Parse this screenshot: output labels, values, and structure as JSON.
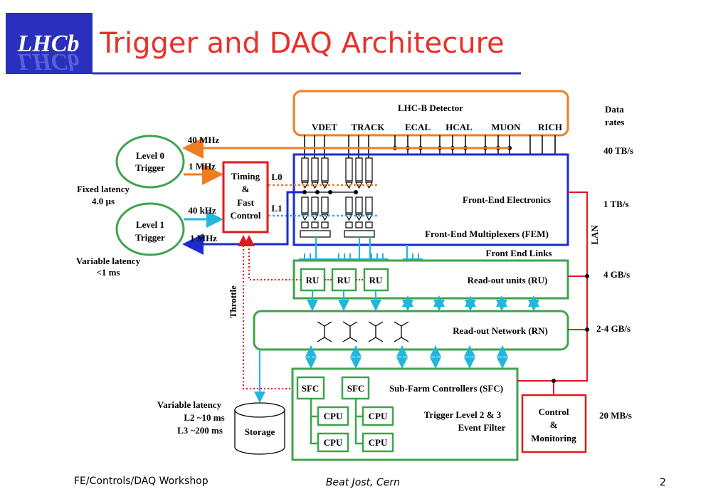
{
  "slide": {
    "title": "Trigger and DAQ Architecure",
    "logo_text": "LHCb",
    "footer_left": "FE/Controls/DAQ Workshop",
    "footer_center": "Beat Jost, Cern",
    "page_number": "2"
  },
  "colors": {
    "title": "#e8312b",
    "orange": "#ee7d22",
    "green": "#3fa34d",
    "blue": "#1a2ccc",
    "red": "#e0191d",
    "cyan": "#22b5de",
    "logo_bg": "#2a2fbd"
  },
  "detector": {
    "title": "LHC-B Detector",
    "subdetectors": [
      "VDET",
      "TRACK",
      "ECAL",
      "HCAL",
      "MUON",
      "RICH"
    ]
  },
  "data_rates": {
    "header_line1": "Data",
    "header_line2": "rates",
    "values": [
      "40 TB/s",
      "1 TB/s",
      "4 GB/s",
      "2-4 GB/s",
      "20 MB/s"
    ]
  },
  "triggers": {
    "level0_line1": "Level 0",
    "level0_line2": "Trigger",
    "level1_line1": "Level 1",
    "level1_line2": "Trigger",
    "fixed_latency_line1": "Fixed latency",
    "fixed_latency_line2": "4.0 µs",
    "variable_latency_line1": "Variable latency",
    "variable_latency_line2": "<1 ms"
  },
  "timing": {
    "line1": "Timing",
    "line2": "&",
    "line3": "Fast",
    "line4": "Control",
    "l0": "L0",
    "l1": "L1"
  },
  "signals": {
    "r40mhz": "40 MHz",
    "r1mhz_a": "1 MHz",
    "r40khz": "40 kHz",
    "r1mhz_b": "1 MHz"
  },
  "frontend": {
    "electronics": "Front-End Electronics",
    "multiplexers": "Front-End Multiplexers (FEM)",
    "links": "Front End Links"
  },
  "readout": {
    "ru_label": "RU",
    "units_label": "Read-out units (RU)",
    "network_label": "Read-out Network (RN)",
    "throttle": "Throttle",
    "lan": "LAN"
  },
  "farm": {
    "sfc": "SFC",
    "cpu": "CPU",
    "sfc_label": "Sub-Farm Controllers (SFC)",
    "filter_line1": "Trigger Level 2 & 3",
    "filter_line2": "Event Filter",
    "storage": "Storage",
    "var_latency_line1": "Variable latency",
    "var_latency_line2": "L2 ~10 ms",
    "var_latency_line3": "L3 ~200 ms",
    "control_line1": "Control",
    "control_line2": "&",
    "control_line3": "Monitoring"
  }
}
